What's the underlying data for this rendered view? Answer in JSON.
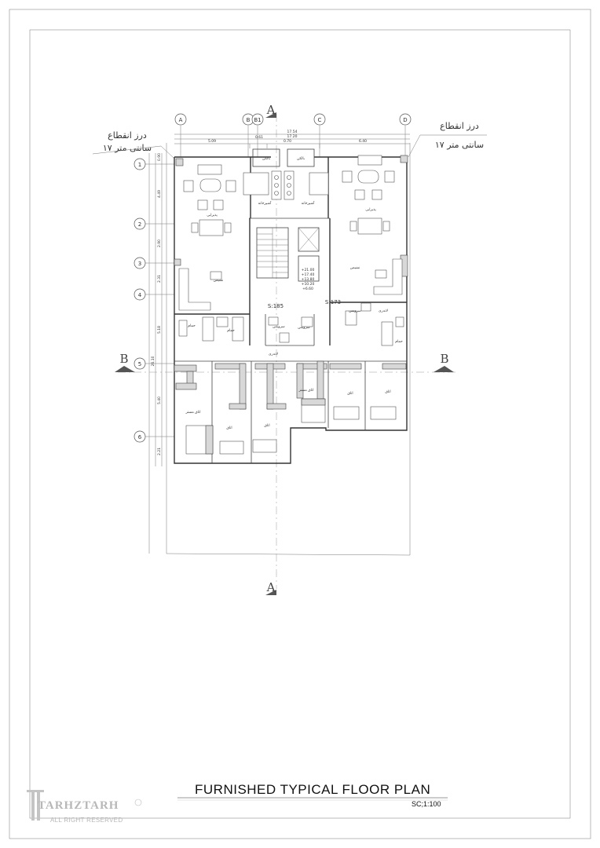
{
  "sheet": {
    "title": "FURNISHED TYPICAL FLOOR PLAN",
    "scale": "SC;1:100",
    "logo": {
      "main": "TARHZTARH",
      "sub": "ALL RIGHT RESERVED",
      "mark": "©"
    }
  },
  "section_marks": {
    "a_top": "A",
    "a_bottom": "A",
    "b_left": "B",
    "b_right": "B"
  },
  "grid": {
    "columns": [
      "A",
      "B",
      "B1",
      "C",
      "D"
    ],
    "rows": [
      "1",
      "2",
      "3",
      "4",
      "5",
      "6"
    ]
  },
  "dimensions": {
    "top": [
      "17.54",
      "17.20",
      "5.09",
      "0.61",
      "0.70",
      "6.40"
    ],
    "left": [
      "0.90",
      "4.49",
      "2.90",
      "2.31",
      "5.18",
      "5.40",
      "2.21"
    ],
    "total_vertical": "26.10"
  },
  "notes": {
    "left_title": "درز انقطاع",
    "left_sub": "۱۷ سانتی متر",
    "right_title": "درز انقطاع",
    "right_sub": "۱۷ سانتی متر"
  },
  "levels": [
    "+21.00",
    "+17.40",
    "+13.80",
    "+10.20",
    "+6.60"
  ],
  "labels": {
    "balcony_left": "بالکن",
    "balcony_right": "بالکن",
    "kitchen_left": "آشپزخانه",
    "kitchen_right": "آشپزخانه",
    "dining_left": "پذیرایی",
    "dining_right": "پذیرایی",
    "living_left": "نشیمن",
    "living_right": "نشیمن",
    "bath_1": "حمام",
    "bath_2": "حمام",
    "bath_3": "حمام",
    "wc_1": "سرویس",
    "wc_2": "سرویس",
    "wc_3": "سرویس",
    "laundry_left": "لاندری",
    "laundry_right": "لاندری",
    "master_left": "اتاق مستر",
    "master_right": "اتاق مستر",
    "room_l1": "اتاق",
    "room_l2": "اتاق",
    "room_r1": "اتاق",
    "room_r2": "اتاق",
    "area_185": "S:185",
    "area_173": "S:173"
  }
}
